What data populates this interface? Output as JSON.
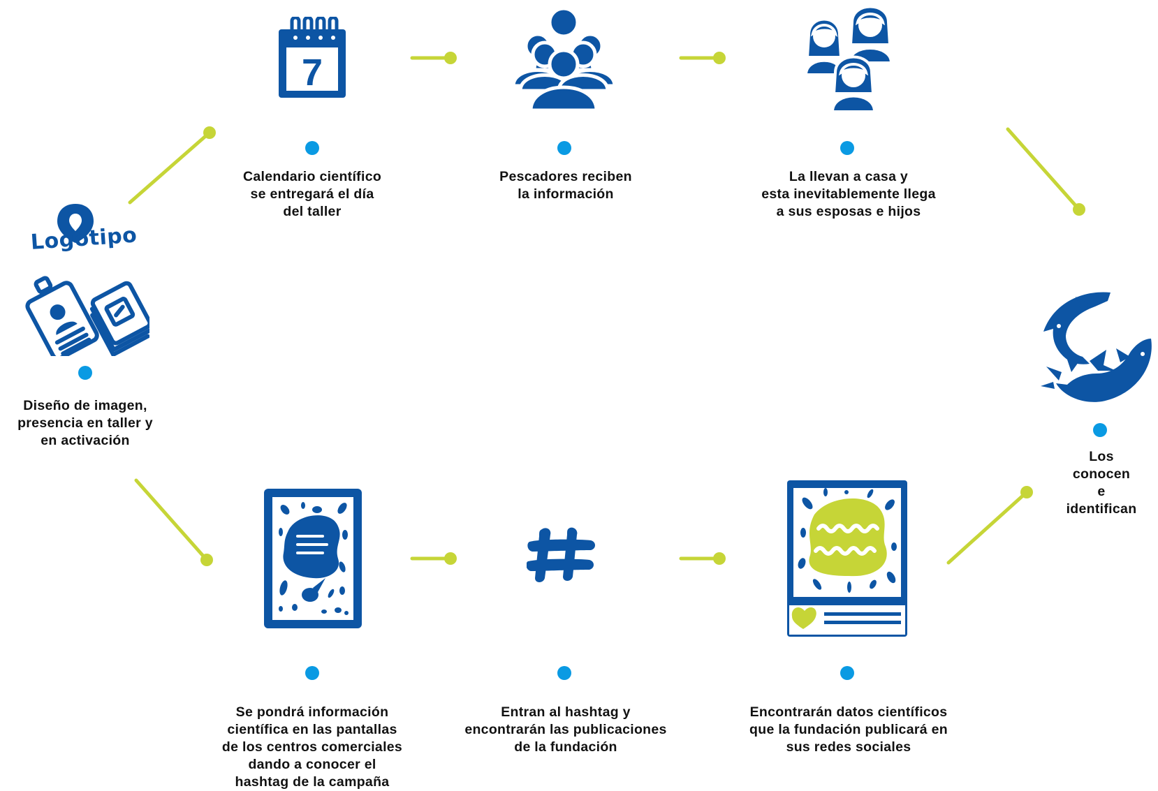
{
  "colors": {
    "primary_blue": "#0d55a4",
    "dot_blue": "#0a9ae3",
    "connector_green": "#c6d537",
    "text": "#111111"
  },
  "logo": {
    "text": "Logotipo"
  },
  "calendar": {
    "day_number": "7"
  },
  "nodes": [
    {
      "id": "brand-design",
      "icon": "brand-kit-icon",
      "label": "Diseño de imagen,\npresencia en taller y\nen activación"
    },
    {
      "id": "calendar",
      "icon": "calendar-icon",
      "label": "Calendario científico\nse entregará el día\ndel taller"
    },
    {
      "id": "fishermen",
      "icon": "group-of-people-icon",
      "label": "Pescadores reciben\nla información"
    },
    {
      "id": "families",
      "icon": "women-group-icon",
      "label": "La llevan a casa y\nesta inevitablemente llega\na sus esposas e hijos"
    },
    {
      "id": "sharks",
      "icon": "sharks-icon",
      "label": "Los conocen\ne identifican"
    },
    {
      "id": "social-post",
      "icon": "social-post-icon",
      "label": "Encontrarán datos científicos\nque la fundación publicará en\nsus redes sociales"
    },
    {
      "id": "hashtag",
      "icon": "hashtag-icon",
      "label": "Entran al hashtag y\nencontrarán las publicaciones\nde la fundación"
    },
    {
      "id": "mall-screens",
      "icon": "screen-poster-icon",
      "label": "Se pondrá información\ncientífica en las pantallas\nde los centros comerciales\ndando a conocer el\nhashtag de  la campaña"
    }
  ]
}
